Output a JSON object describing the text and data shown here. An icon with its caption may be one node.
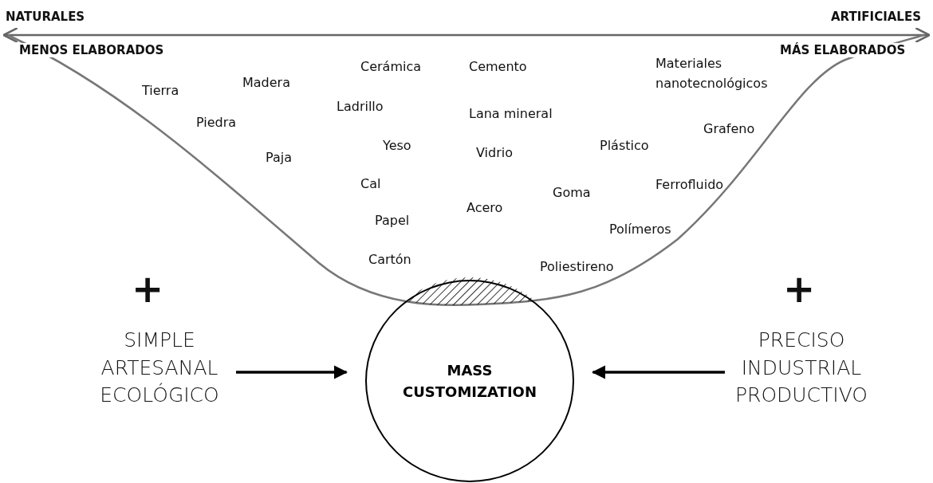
{
  "diagram": {
    "nodes": [
      {
        "text": [
          "SIMPLE ARTESANAL ECOLÓGICO"
        ]
      },
      {
        "text": [
          "MASS CUSTOMIZATION"
        ]
      },
      {
        "text": [
          "PRECISO INDUSTRIAL PRODUCTIVO"
        ]
      }
    ],
    "edges": [
      {
        "from": 0,
        "to": 1,
        "arrow": "to"
      },
      {
        "from": 2,
        "to": 1,
        "arrow": "to"
      }
    ],
    "labels": [
      "NATURALES",
      "ARTIFICIALES",
      "MENOS ELABORADOS",
      "MÁS ELABORADOS",
      "Materiales nanotecnológicos",
      "Cerámica",
      "Cemento",
      "Madera",
      "Tierra",
      "Ladrillo",
      "Lana mineral",
      "Piedra",
      "Grafeno",
      "Yeso",
      "Vidrio",
      "Plástico",
      "Paja",
      "Cal",
      "Ferrofluido",
      "Goma",
      "Papel",
      "Acero",
      "Polímeros",
      "Cartón",
      "Poliestireno",
      "+",
      "+"
    ]
  }
}
